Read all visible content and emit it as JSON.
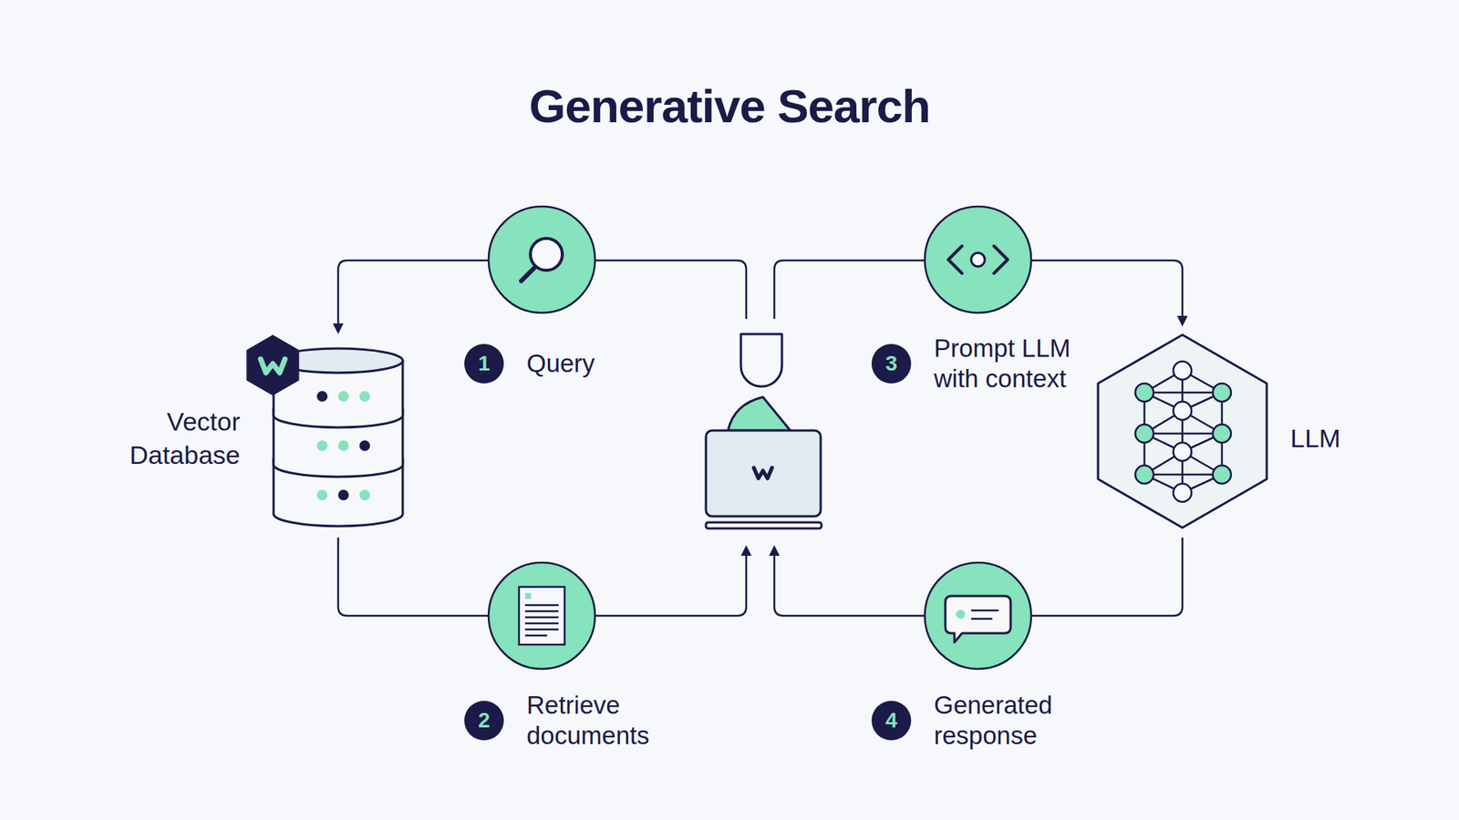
{
  "diagram": {
    "title": "Generative Search",
    "nodes": [
      {
        "text": [
          "Vector Database"
        ]
      },
      {
        "text": [
          "LLM"
        ]
      }
    ],
    "labels": [
      "1",
      "Query",
      "2",
      "Retrieve documents",
      "3",
      "Prompt LLM with context",
      "4",
      "Generated response"
    ]
  }
}
